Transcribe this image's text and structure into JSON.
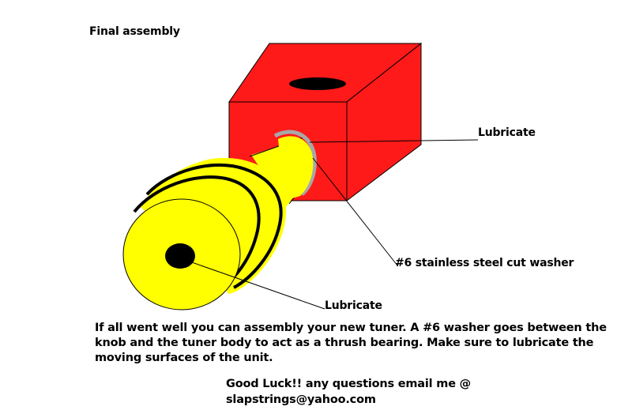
{
  "title": "Final assembly",
  "callouts": {
    "lubricate_top": "Lubricate",
    "washer": "#6 stainless steel cut washer",
    "lubricate_bottom": "Lubricate"
  },
  "instructions": {
    "line1": "If all went well you can assembly your new tuner. A #6 washer goes between the",
    "line2": "knob and the tuner body to act as a thrush bearing. Make sure to lubricate the",
    "line3": "moving surfaces of the unit."
  },
  "signoff": {
    "line1": "Good Luck!! any questions email me @",
    "line2": "slapstrings@yahoo.com"
  },
  "colors": {
    "body": "#ff1a1a",
    "knob": "#ffff00",
    "washer": "#a8a8a8",
    "outline": "#000000"
  }
}
